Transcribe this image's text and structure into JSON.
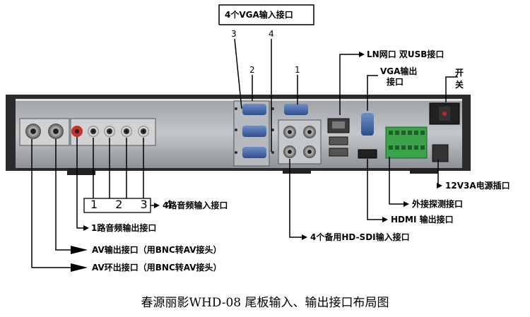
{
  "labels": {
    "vga_group": "4个VGA输入接口",
    "lan_usb": "LN网口  双USB接口",
    "vga_out_line1": "VGA输出",
    "vga_out_line2": "接口",
    "power_switch_line1": "开",
    "power_switch_line2": "关",
    "power_socket": "12V3A电源插口",
    "probe": "外接探测接口",
    "hdmi": "HDMI 输出接口",
    "audio_in": "4路音频输入接口",
    "audio_out": "1路音频输出接口",
    "sdi": "4个备用HD-SDI输入接口",
    "av_out": "AV输出接口（用BNC转AV接头）",
    "av_loop": "AV环出接口（用BNC转AV接头）"
  },
  "numbers": {
    "vga1": "1",
    "vga2": "2",
    "vga3": "3",
    "vga4": "4",
    "audio_nums": "1 2 3 4"
  },
  "caption": "春源丽影WHD-08 尾板输入、输出接口布局图"
}
